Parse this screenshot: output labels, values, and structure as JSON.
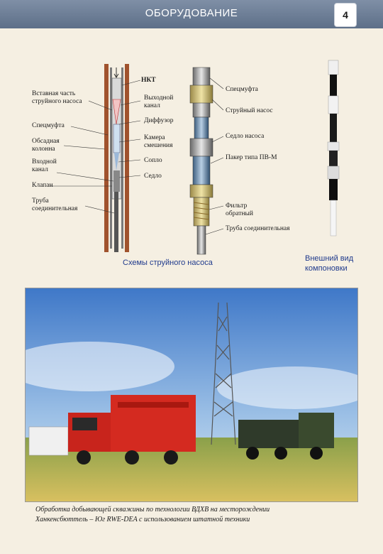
{
  "header": {
    "title": "ОБОРУДОВАНИЕ",
    "page_number": "4"
  },
  "schematic_left": {
    "labels": {
      "nkt": "НКТ",
      "insert_1": "Вставная часть",
      "insert_2": "струйного насоса",
      "specmufta": "Спецмуфта",
      "casing_1": "Обсадная",
      "casing_2": "колонна",
      "inlet_1": "Входной",
      "inlet_2": "канал",
      "valve": "Клапан",
      "pipe_1": "Труба",
      "pipe_2": "соединительная",
      "outlet_1": "Выходной",
      "outlet_2": "канал",
      "diffuser": "Диффузор",
      "chamber_1": "Камера",
      "chamber_2": "смешения",
      "nozzle": "Сопло",
      "seat": "Седло"
    }
  },
  "schematic_right": {
    "labels": {
      "specmufta": "Спецмуфта",
      "jet_pump": "Струйный насос",
      "pump_seat": "Седло насоса",
      "packer": "Пакер типа ПВ-М",
      "filter_1": "Фильтр",
      "filter_2": "обратный",
      "pipe": "Труба соединительная"
    }
  },
  "captions": {
    "schemes": "Схемы струйного насоса",
    "external_1": "Внешний вид",
    "external_2": "компоновки"
  },
  "photo": {
    "caption_1": "Обработка добывающей скважины по технологии ВДХВ на месторождении",
    "caption_2": "Ханкенсбюттель – Юг   RWE-DEA с использованием штатной техники"
  },
  "colors": {
    "header": "#6b7c94",
    "caption_blue": "#1f3a8c",
    "truck_red": "#c8241c",
    "sky": "#6b9bd6",
    "field": "#c9b24a"
  }
}
